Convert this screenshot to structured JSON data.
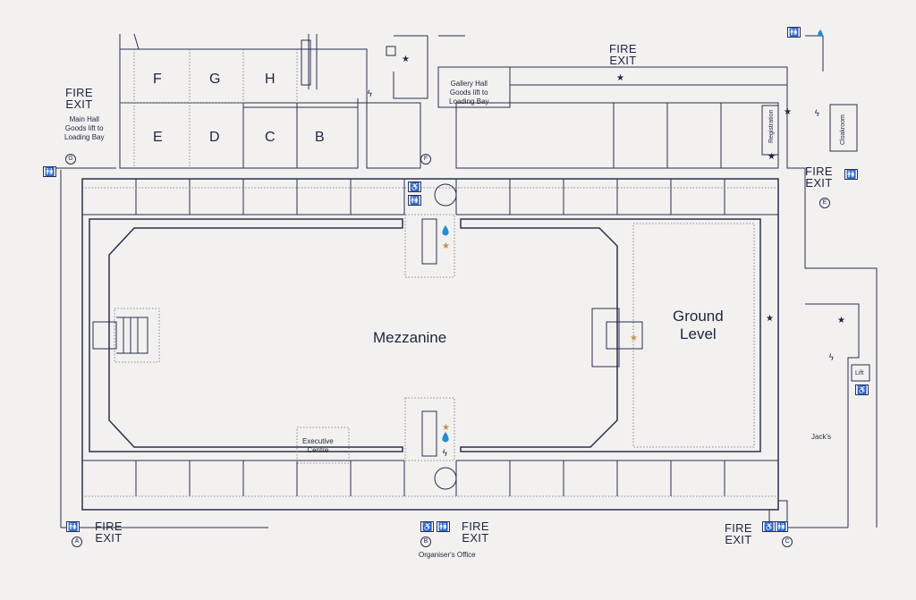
{
  "colors": {
    "background": "#f2f1ef",
    "walls": "#2a3050",
    "water": "#1f8fd6",
    "star_gold": "#c89440",
    "star_dark": "#1f2541"
  },
  "areas": {
    "mezzanine": "Mezzanine",
    "ground_level_line1": "Ground",
    "ground_level_line2": "Level",
    "executive_centre_line1": "Executive",
    "executive_centre_line2": "Centre",
    "jacks": "Jack's",
    "lift": "Lift",
    "registration": "Registration",
    "cloakroom": "Cloakroom",
    "organisers_office": "Organiser's Office"
  },
  "rooms": {
    "f": "F",
    "g": "G",
    "h": "H",
    "e": "E",
    "d": "D",
    "c": "C",
    "b": "B"
  },
  "fire_exits": {
    "line1": "FIRE",
    "line2": "EXIT"
  },
  "lifts": {
    "main_hall_1": "Main Hall",
    "main_hall_2": "Goods lift to",
    "main_hall_3": "Loading Bay",
    "gallery_hall_1": "Gallery Hall",
    "gallery_hall_2": "Goods lift to",
    "gallery_hall_3": "Loading Bay"
  },
  "entrances": {
    "a": "A",
    "b": "B",
    "c": "C",
    "e": "E",
    "f": "F",
    "g": "G"
  },
  "icons": {
    "toilets": "toilets-icon",
    "accessible": "wheelchair-icon",
    "water": "water-drop-icon",
    "star": "star-icon",
    "power": "lightning-icon"
  }
}
